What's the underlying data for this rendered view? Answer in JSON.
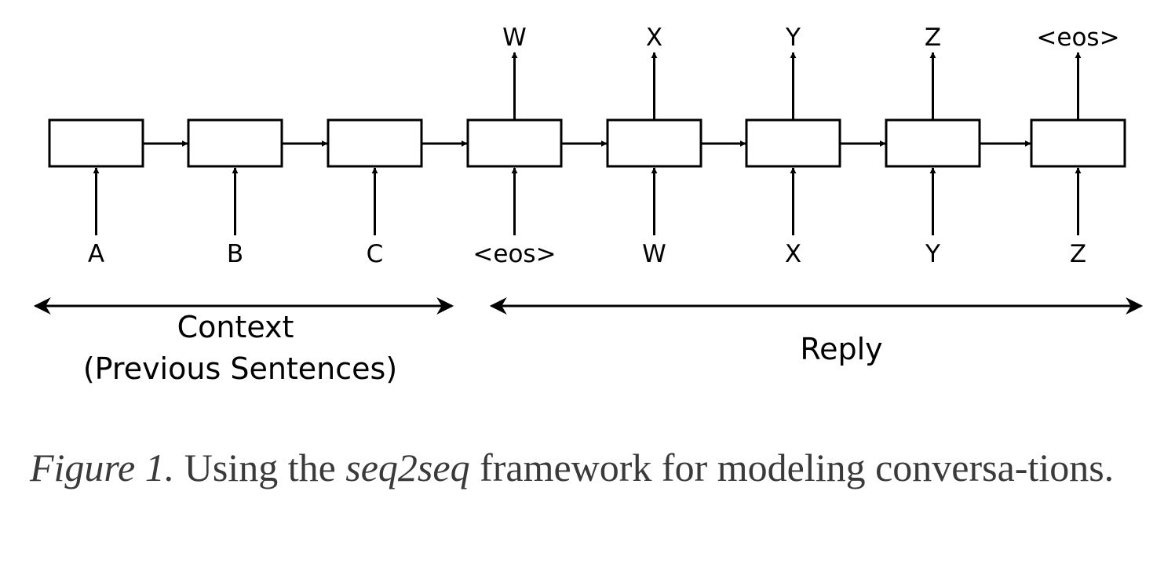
{
  "context_inputs": [
    "A",
    "B",
    "C"
  ],
  "reply_inputs": [
    "<eos>",
    "W",
    "X",
    "Y",
    "Z"
  ],
  "outputs": [
    "W",
    "X",
    "Y",
    "Z",
    "<eos>"
  ],
  "spans": {
    "context_line1": "Context",
    "context_line2": "(Previous Sentences)",
    "reply": "Reply"
  },
  "caption": {
    "label": "Figure 1.",
    "text_before": "Using the",
    "emphasis": "seq2seq",
    "text_after": "framework for modeling conversa-tions."
  }
}
